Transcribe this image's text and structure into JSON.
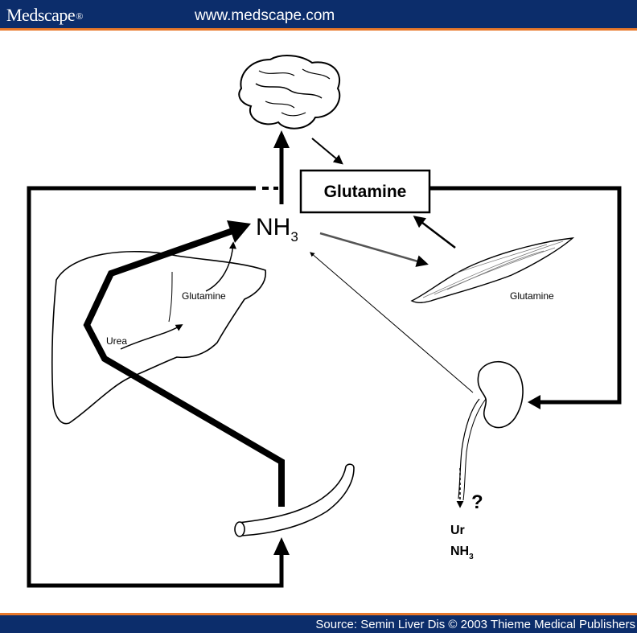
{
  "header": {
    "brand": "Medscape",
    "brand_mark": "®",
    "url": "www.medscape.com"
  },
  "footer": {
    "source": "Source: Semin Liver Dis © 2003 Thieme Medical Publishers"
  },
  "diagram": {
    "box_label": "Glutamine",
    "nh3_base": "NH",
    "nh3_sub": "3",
    "liver_glutamine": "Glutamine",
    "liver_urea": "Urea",
    "muscle_glutamine": "Glutamine",
    "question_mark": "?",
    "urine_ur": "Ur",
    "urine_nh3_base": "NH",
    "urine_nh3_sub": "3"
  },
  "colors": {
    "header_bg": "#0c2d6b",
    "header_stripe": "#e8782a",
    "ink": "#000000"
  },
  "icons": [
    "brain-icon",
    "liver-icon",
    "muscle-icon",
    "kidney-icon",
    "intestine-icon"
  ]
}
